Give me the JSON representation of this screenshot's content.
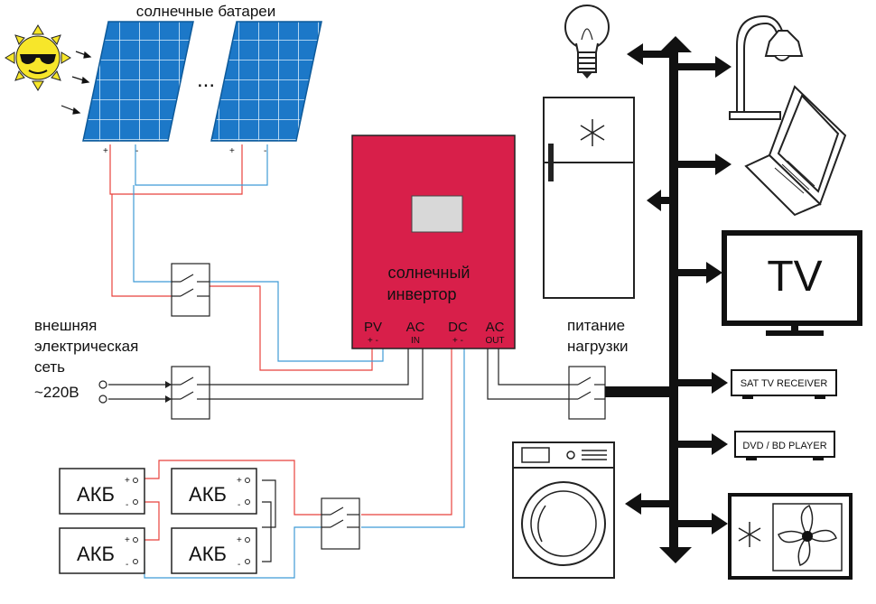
{
  "panels": {
    "title": "солнечные батареи",
    "ellipsis": "...",
    "plus": "+",
    "minus": "-"
  },
  "inverter": {
    "label_line1": "солнечный",
    "label_line2": "инвертор",
    "pv_label": "PV",
    "pv_polarity": "+ -",
    "ac_in_label_top": "AC",
    "ac_in_label_bottom": "IN",
    "dc_label": "DC",
    "dc_polarity": "+ -",
    "ac_out_label_top": "AC",
    "ac_out_label_bottom": "OUT",
    "color": "#d81f4a"
  },
  "grid": {
    "line1": "внешняя",
    "line2": "электрическая",
    "line3": "сеть",
    "voltage": "~220В"
  },
  "load": {
    "line1": "питание",
    "line2": "нагрузки"
  },
  "batteries": {
    "label": "АКБ",
    "plus": "+",
    "minus": "-"
  },
  "appliances": {
    "tv_label": "TV",
    "sat_receiver_label": "SAT TV RECEIVER",
    "dvd_player_label": "DVD / BD PLAYER"
  },
  "colors": {
    "positive_wire": "#e8423c",
    "negative_wire": "#3f9bd6",
    "solar_panel": "#1c78c8",
    "sun": "#f7e62a"
  }
}
